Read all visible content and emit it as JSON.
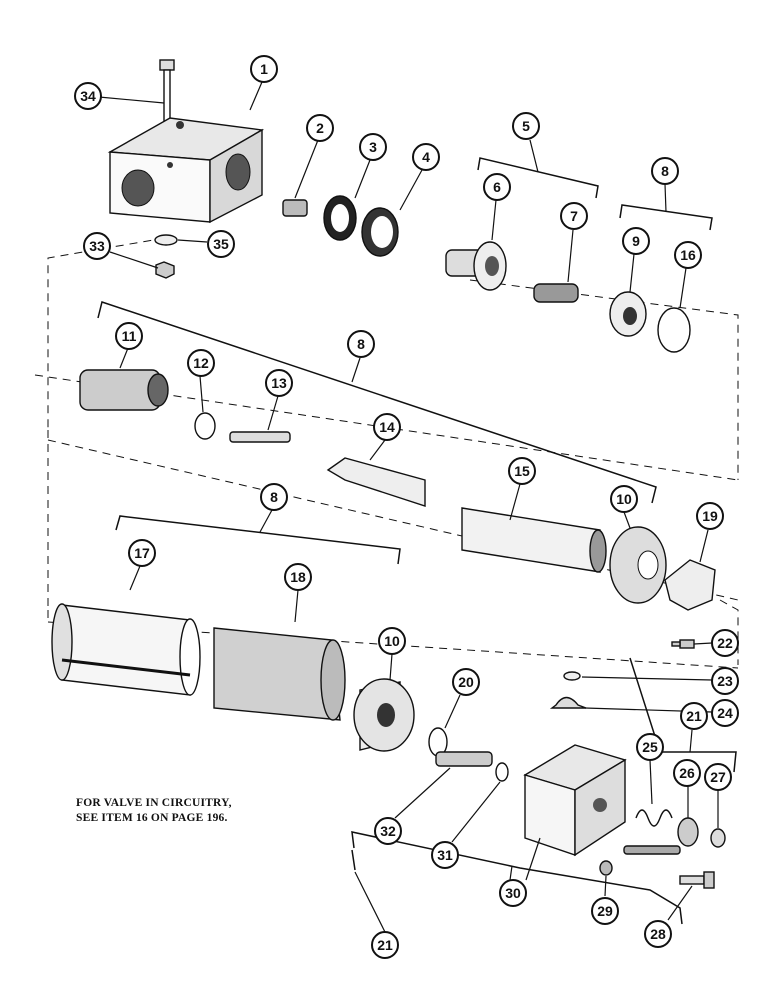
{
  "note": {
    "line1": "FOR VALVE IN CIRCUITRY,",
    "line2": "SEE ITEM 16 ON PAGE 196."
  },
  "callouts": [
    "1",
    "2",
    "3",
    "4",
    "5",
    "6",
    "7",
    "8",
    "9",
    "16",
    "33",
    "34",
    "35",
    "11",
    "12",
    "13",
    "14",
    "15",
    "10",
    "19",
    "17",
    "18",
    "20",
    "21",
    "22",
    "23",
    "24",
    "25",
    "26",
    "27",
    "28",
    "29",
    "30",
    "31",
    "32"
  ]
}
